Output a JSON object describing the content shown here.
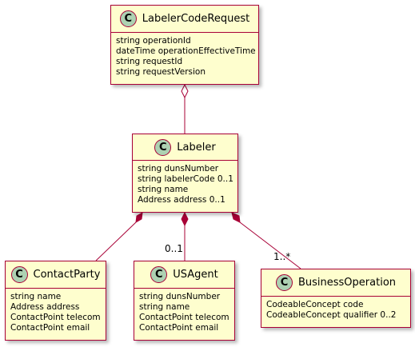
{
  "classes": {
    "labeler_code_request": {
      "badge": "C",
      "name": "LabelerCodeRequest",
      "attributes": [
        "string operationId",
        "dateTime operationEffectiveTime",
        "string requestId",
        "string requestVersion"
      ]
    },
    "labeler": {
      "badge": "C",
      "name": "Labeler",
      "attributes": [
        "string dunsNumber",
        "string labelerCode 0..1",
        "string name",
        "Address address 0..1"
      ]
    },
    "contact_party": {
      "badge": "C",
      "name": "ContactParty",
      "attributes": [
        "string name",
        "Address address",
        "ContactPoint telecom",
        "ContactPoint email"
      ]
    },
    "us_agent": {
      "badge": "C",
      "name": "USAgent",
      "attributes": [
        "string dunsNumber",
        "string name",
        "ContactPoint telecom",
        "ContactPoint email"
      ]
    },
    "business_operation": {
      "badge": "C",
      "name": "BusinessOperation",
      "attributes": [
        "CodeableConcept code",
        "CodeableConcept qualifier 0..2"
      ]
    }
  },
  "relations": {
    "us_agent_multiplicity": "0..1",
    "business_operation_multiplicity": "1..*"
  },
  "colors": {
    "border": "#a80036",
    "fill": "#fefece",
    "badge_fill": "#add1b2"
  }
}
